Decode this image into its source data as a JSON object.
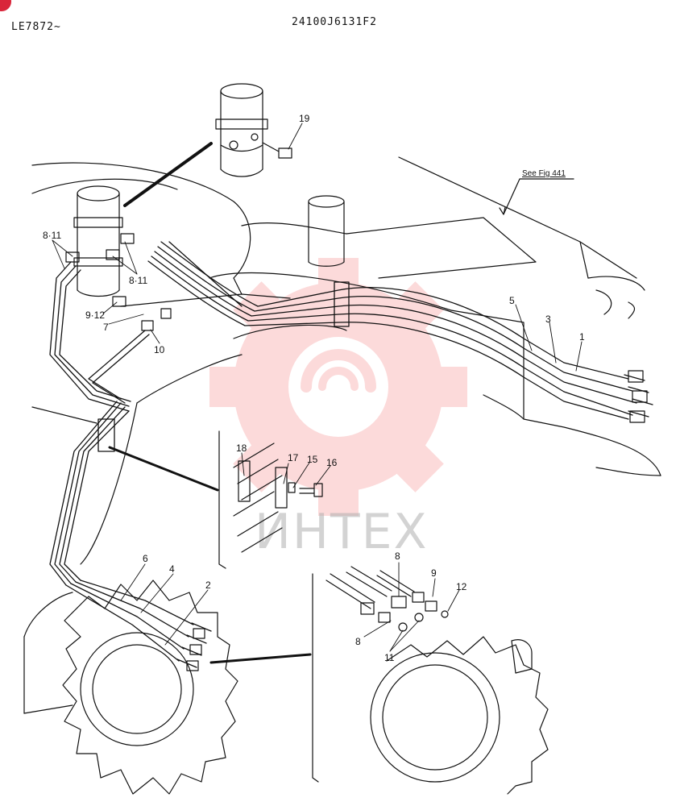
{
  "header": {
    "serial_range": "LE7872~",
    "drawing_number": "24100J6131F2"
  },
  "reference": {
    "text": "See Fig 441"
  },
  "watermark": {
    "text": "ИНТЕХ",
    "color": "#f25c5c"
  },
  "callouts": {
    "c19": "19",
    "c8_11_left": "8·11",
    "c8_11_mid": "8·11",
    "c9_12": "9·12",
    "c7": "7",
    "c10": "10",
    "c5": "5",
    "c3": "3",
    "c1": "1",
    "c18": "18",
    "c17": "17",
    "c15": "15",
    "c16": "16",
    "c6": "6",
    "c4": "4",
    "c2": "2",
    "c8_top": "8",
    "c9": "9",
    "c12": "12",
    "c8_bottom": "8",
    "c11": "11"
  }
}
